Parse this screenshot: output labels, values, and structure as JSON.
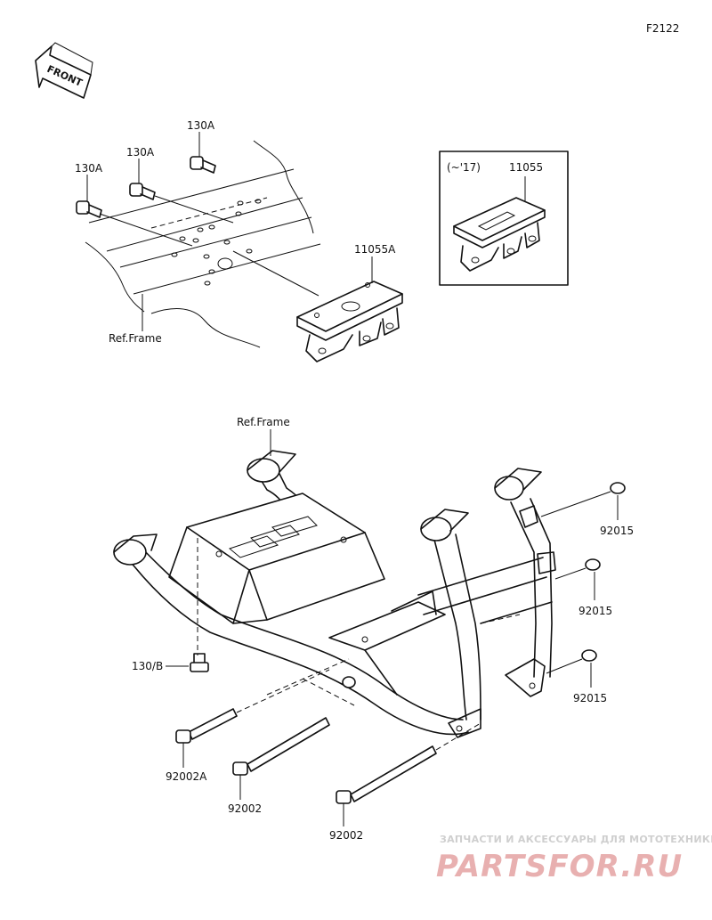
{
  "page_code": "F2122",
  "front_arrow_label": "FRONT",
  "labels": {
    "bolt_a1": "130A",
    "bolt_a2": "130A",
    "bolt_a3": "130A",
    "ref_frame_top": "Ref.Frame",
    "bracket_a": "11055A",
    "inset_date": "(~'17)",
    "inset_bracket": "11055",
    "ref_frame_bottom": "Ref.Frame",
    "bolt_b": "130/B",
    "collar_1": "92015",
    "collar_2": "92015",
    "collar_3": "92015",
    "long_bolt_a": "92002A",
    "long_bolt_1": "92002",
    "long_bolt_2": "92002"
  },
  "watermark": {
    "tagline": "ЗАПЧАСТИ И АКСЕССУАРЫ ДЛЯ МОТОТЕХНИКИ",
    "logo": "PARTSFOR.RU",
    "logo_color": "#e8b0b0"
  }
}
